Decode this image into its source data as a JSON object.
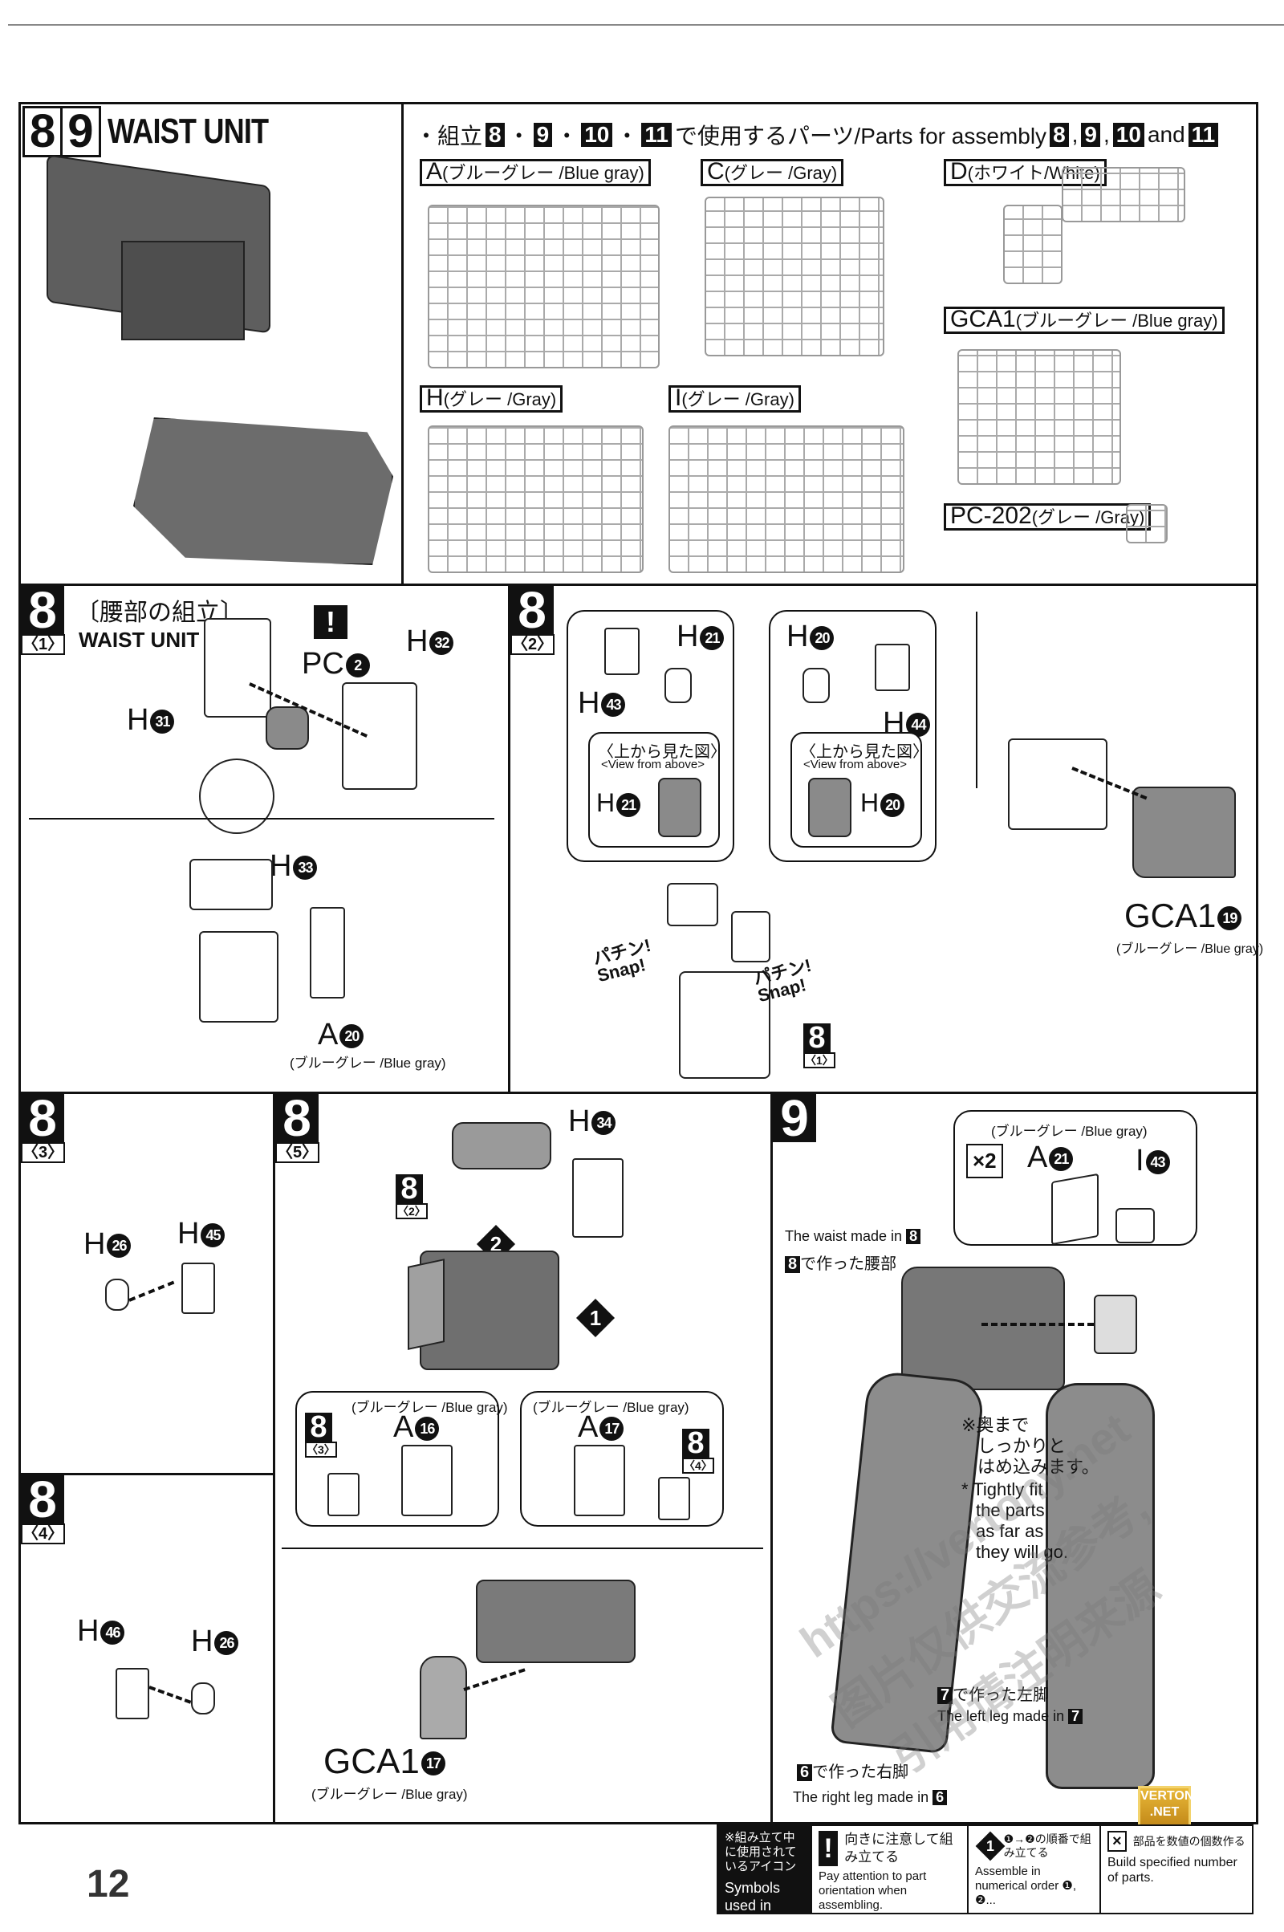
{
  "page": {
    "number": "12"
  },
  "header": {
    "steps": [
      "8",
      "9"
    ],
    "title": "WAIST UNIT",
    "parts_intro": {
      "prefix": "・組立",
      "steps_jp": [
        "8",
        "9",
        "10",
        "11"
      ],
      "mid_jp": "で使用するパーツ/Parts for assembly",
      "steps_en": [
        "8",
        "9",
        "10"
      ],
      "and": "and",
      "last": "11"
    }
  },
  "runners": [
    {
      "letter": "A",
      "color": "(ブルーグレー /Blue gray)"
    },
    {
      "letter": "C",
      "color": "(グレー /Gray)"
    },
    {
      "letter": "D",
      "color": "(ホワイト/White)"
    },
    {
      "letter": "GCA1",
      "color": "(ブルーグレー /Blue gray)"
    },
    {
      "letter": "H",
      "color": "(グレー /Gray)"
    },
    {
      "letter": "I",
      "color": "(グレー /Gray)"
    },
    {
      "letter": "PC-202",
      "color": "(グレー /Gray)"
    }
  ],
  "step8_1": {
    "step": "8",
    "sub": "〈1〉",
    "title_jp": "〔腰部の組立〕",
    "title_en": "WAIST UNIT",
    "attention_icon": "!",
    "parts": [
      {
        "runner": "H",
        "num": "31"
      },
      {
        "runner": "PC",
        "num": "2"
      },
      {
        "runner": "H",
        "num": "32"
      },
      {
        "runner": "H",
        "num": "33"
      },
      {
        "runner": "A",
        "num": "20",
        "color": "(ブルーグレー /Blue gray)"
      }
    ]
  },
  "step8_2": {
    "step": "8",
    "sub": "〈2〉",
    "left_callout": {
      "parts": [
        {
          "runner": "H",
          "num": "21"
        },
        {
          "runner": "H",
          "num": "43"
        }
      ],
      "view_jp": "〈上から見た図〉",
      "view_en": "<View from above>",
      "view_part": {
        "runner": "H",
        "num": "21"
      }
    },
    "right_callout": {
      "parts": [
        {
          "runner": "H",
          "num": "20"
        },
        {
          "runner": "H",
          "num": "44"
        }
      ],
      "view_jp": "〈上から見た図〉",
      "view_en": "<View from above>",
      "view_part": {
        "runner": "H",
        "num": "20"
      }
    },
    "snap_jp": "パチン!",
    "snap_en": "Snap!",
    "ref": {
      "step": "8",
      "sub": "〈1〉"
    },
    "side_part": {
      "runner": "GCA1",
      "num": "19",
      "color": "(ブルーグレー /Blue gray)"
    }
  },
  "step8_3": {
    "step": "8",
    "sub": "〈3〉",
    "parts": [
      {
        "runner": "H",
        "num": "26"
      },
      {
        "runner": "H",
        "num": "45"
      }
    ]
  },
  "step8_4": {
    "step": "8",
    "sub": "〈4〉",
    "parts": [
      {
        "runner": "H",
        "num": "46"
      },
      {
        "runner": "H",
        "num": "26"
      }
    ]
  },
  "step8_5": {
    "step": "8",
    "sub": "〈5〉",
    "top_part": {
      "runner": "H",
      "num": "34"
    },
    "ref": {
      "step": "8",
      "sub": "〈2〉"
    },
    "order": [
      "1",
      "2"
    ],
    "left_callout": {
      "color": "(ブルーグレー /Blue gray)",
      "part": {
        "runner": "A",
        "num": "16"
      },
      "ref": {
        "step": "8",
        "sub": "〈3〉"
      }
    },
    "right_callout": {
      "color": "(ブルーグレー /Blue gray)",
      "part": {
        "runner": "A",
        "num": "17"
      },
      "ref": {
        "step": "8",
        "sub": "〈4〉"
      }
    },
    "bottom_part": {
      "runner": "GCA1",
      "num": "17",
      "color": "(ブルーグレー /Blue gray)"
    }
  },
  "step9": {
    "step": "9",
    "callout": {
      "color": "(ブルーグレー /Blue gray)",
      "multiplier": "×2",
      "parts": [
        {
          "runner": "A",
          "num": "21"
        },
        {
          "runner": "I",
          "num": "43"
        }
      ]
    },
    "waist_en": "The waist made in",
    "waist_step": "8",
    "waist_jp": "で作った腰部",
    "note_jp": [
      "※奥まで",
      "しっかりと",
      "はめ込みます。"
    ],
    "note_en": [
      "* Tightly fit",
      "the parts",
      "as far as",
      "they will go."
    ],
    "left_leg_jp": "で作った左脚",
    "left_leg_step": "7",
    "left_leg_en": "The left leg made in",
    "right_leg_jp": "で作った右脚",
    "right_leg_step": "6",
    "right_leg_en": "The right leg made in"
  },
  "legend": {
    "header_jp": "※組み立て中に使用されているアイコン",
    "header_en": "Symbols used in instructions",
    "items": [
      {
        "icon": "!",
        "jp": "向きに注意して組み立てる",
        "en": "Pay attention to part orientation when assembling."
      },
      {
        "icon": "1",
        "jp": "❶→❷の順番で組み立てる",
        "en": "Assemble in numerical order ❶, ❷..."
      },
      {
        "icon": "×",
        "jp": "部品を数値の個数作る",
        "en": "Build specified number of parts."
      }
    ]
  },
  "watermarks": {
    "url": "https://vertony.net",
    "cn1": "图片仅供交流参考,",
    "cn2": "引用请注明来源",
    "badge": [
      "VERTONY",
      ".NET"
    ]
  }
}
